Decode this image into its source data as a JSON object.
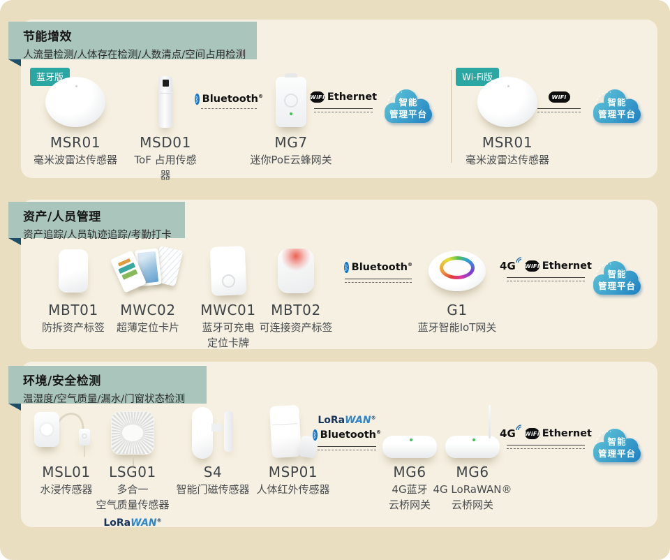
{
  "ribbons": {
    "s1": {
      "title": "节能增效",
      "subtitle": "人流量检测/人体存在检测/人数清点/空间占用检测"
    },
    "s2": {
      "title": "资产/人员管理",
      "subtitle": "资产追踪/人员轨迹追踪/考勤打卡"
    },
    "s3": {
      "title": "环境/安全检测",
      "subtitle": "温湿度/空气质量/漏水/门窗状态检测"
    }
  },
  "badges": {
    "bluetooth": "蓝牙版",
    "wifi": "Wi-Fi版"
  },
  "devices": {
    "msr01": {
      "name": "MSR01",
      "desc": "毫米波雷达传感器"
    },
    "msd01": {
      "name": "MSD01",
      "desc": "ToF 占用传感器"
    },
    "mg7": {
      "name": "MG7",
      "desc": "迷你PoE云蜂网关"
    },
    "mbt01": {
      "name": "MBT01",
      "desc": "防拆资产标签"
    },
    "mwc02": {
      "name": "MWC02",
      "desc": "超薄定位卡片"
    },
    "mwc01": {
      "name": "MWC01",
      "desc1": "蓝牙可充电",
      "desc2": "定位卡牌"
    },
    "mbt02": {
      "name": "MBT02",
      "desc": "可连接资产标签"
    },
    "g1": {
      "name": "G1",
      "desc": "蓝牙智能IoT网关"
    },
    "msl01": {
      "name": "MSL01",
      "desc": "水浸传感器"
    },
    "lsg01": {
      "name": "LSG01",
      "desc1": "多合一",
      "desc2": "空气质量传感器"
    },
    "s4": {
      "name": "S4",
      "desc": "智能门磁传感器"
    },
    "msp01": {
      "name": "MSP01",
      "desc": "人体红外传感器"
    },
    "mg6a": {
      "name": "MG6",
      "desc1": "4G蓝牙",
      "desc2": "云桥网关"
    },
    "mg6b": {
      "name": "MG6",
      "desc1": "4G LoRaWAN®",
      "desc2": "云桥网关"
    }
  },
  "conn": {
    "bluetooth": "Bluetooth",
    "ethernet": "Ethernet",
    "wifi": "WiFi",
    "fourg": "4G",
    "lora": "LoRa",
    "wan": "WAN",
    "reg": "®",
    "btrune": "ᛒ"
  },
  "cloud": {
    "line1": "智能",
    "line2": "管理平台"
  },
  "colors": {
    "background": "#e9dfc0",
    "panel": "#f6f0e2",
    "ribbon": "#aac6bc",
    "ribbon_fold": "#1d4e66",
    "badge_teal": "#2aa7a3",
    "cloud_gradient_start": "#5fc6d8",
    "cloud_gradient_end": "#1d7ec0",
    "bluetooth_blue": "#1976c5",
    "lora_navy": "#16335c",
    "lora_blue": "#2e86c8",
    "led_green": "#3cc24e"
  }
}
